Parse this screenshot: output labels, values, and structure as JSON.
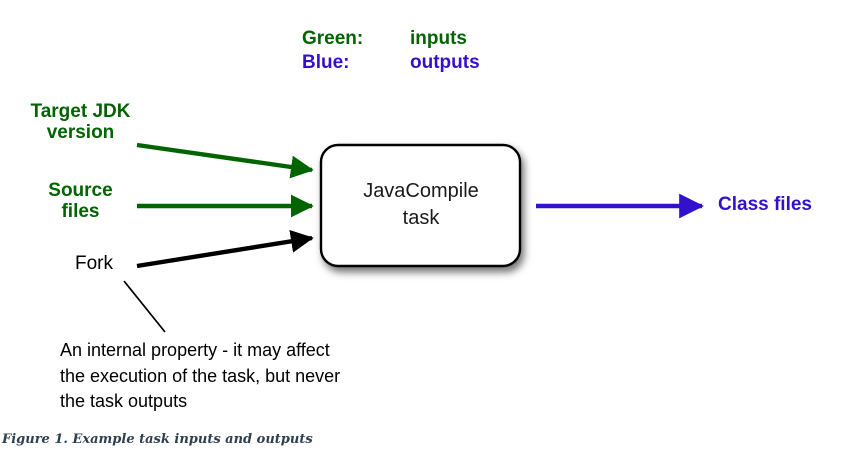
{
  "figure": {
    "caption": "Figure 1. Example task inputs and outputs",
    "background": "#ffffff"
  },
  "colors": {
    "green": "#006400",
    "blue": "#3311cc",
    "black": "#000000",
    "caption": "#2e3f4f",
    "box_fill": "#ffffff",
    "box_border": "#000000"
  },
  "legend": {
    "rows": [
      {
        "key": "Green:",
        "value": "inputs",
        "color": "#006400"
      },
      {
        "key": "Blue:",
        "value": "outputs",
        "color": "#3311cc"
      }
    ]
  },
  "inputs": [
    {
      "label": "Target JDK\nversion",
      "color": "#006400",
      "arrow": "green-arrow-target-jdk"
    },
    {
      "label": "Source\nfiles",
      "color": "#006400",
      "arrow": "green-arrow-source-files"
    },
    {
      "label": "Fork",
      "color": "#000000",
      "arrow": "black-arrow-fork"
    }
  ],
  "task_box": {
    "label": "JavaCompile\ntask"
  },
  "outputs": [
    {
      "label": "Class files",
      "color": "#3311cc",
      "arrow": "blue-arrow-class-files"
    }
  ],
  "annotation": {
    "text": "An internal property - it may affect\nthe execution of the task, but never\nthe task outputs"
  }
}
